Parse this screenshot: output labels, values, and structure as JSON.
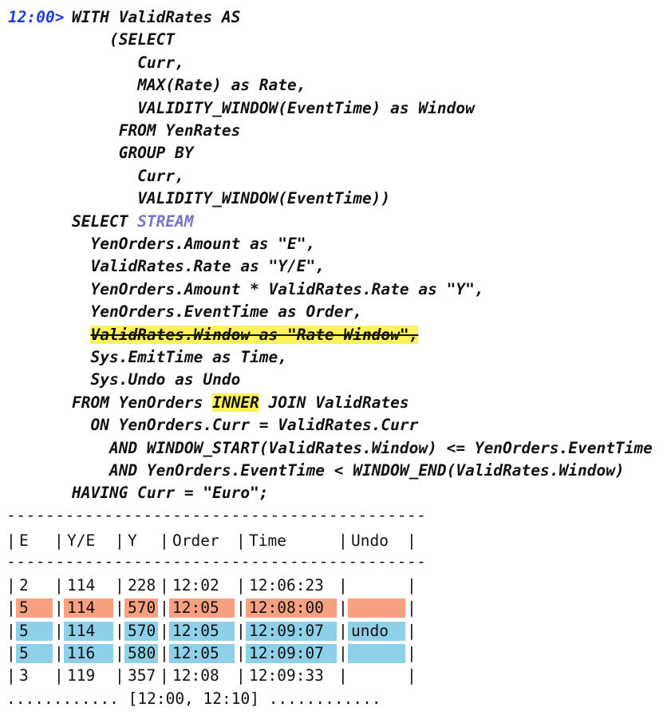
{
  "query": {
    "prompt": "12:00>",
    "lines": [
      {
        "indent": "",
        "text": "WITH ValidRates AS",
        "prompt": true
      },
      {
        "indent": "    ",
        "text": "(SELECT"
      },
      {
        "indent": "       ",
        "text": "Curr,"
      },
      {
        "indent": "       ",
        "text": "MAX(Rate) as Rate,"
      },
      {
        "indent": "       ",
        "text": "VALIDITY_WINDOW(EventTime) as Window"
      },
      {
        "indent": "     ",
        "text": "FROM YenRates"
      },
      {
        "indent": "     ",
        "text": "GROUP BY"
      },
      {
        "indent": "       ",
        "text": "Curr,"
      },
      {
        "indent": "       ",
        "text": "VALIDITY_WINDOW(EventTime))"
      },
      {
        "indent": "",
        "text_before": "SELECT ",
        "stream": "STREAM"
      },
      {
        "indent": "  ",
        "text": "YenOrders.Amount as \"E\","
      },
      {
        "indent": "  ",
        "text": "ValidRates.Rate as \"Y/E\","
      },
      {
        "indent": "  ",
        "text": "YenOrders.Amount * ValidRates.Rate as \"Y\","
      },
      {
        "indent": "  ",
        "text": "YenOrders.EventTime as Order,"
      },
      {
        "indent": "  ",
        "text": "ValidRates.Window as \"Rate Window\",",
        "highlight": true,
        "strike": true
      },
      {
        "indent": "  ",
        "text": "Sys.EmitTime as Time,"
      },
      {
        "indent": "  ",
        "text": "Sys.Undo as Undo"
      },
      {
        "indent": "",
        "text_before": "FROM YenOrders ",
        "inner": "INNER",
        "text_after": " JOIN ValidRates"
      },
      {
        "indent": "  ",
        "text": "ON YenOrders.Curr = ValidRates.Curr"
      },
      {
        "indent": "    ",
        "text": "AND WINDOW_START(ValidRates.Window) <= YenOrders.EventTime"
      },
      {
        "indent": "    ",
        "text": "AND YenOrders.EventTime < WINDOW_END(ValidRates.Window)"
      },
      {
        "indent": "",
        "text": "HAVING Curr = \"Euro\";"
      }
    ]
  },
  "results": {
    "separator": "-------------------------------------------",
    "headers": [
      "E",
      "Y/E",
      "Y",
      "Order",
      "Time",
      "Undo"
    ],
    "rows": [
      {
        "cells": [
          "2",
          "114",
          "228",
          "12:02",
          "12:06:23",
          ""
        ],
        "color": "none"
      },
      {
        "cells": [
          "5",
          "114",
          "570",
          "12:05",
          "12:08:00",
          ""
        ],
        "color": "orange"
      },
      {
        "cells": [
          "5",
          "114",
          "570",
          "12:05",
          "12:09:07",
          "undo"
        ],
        "color": "blue"
      },
      {
        "cells": [
          "5",
          "116",
          "580",
          "12:05",
          "12:09:07",
          ""
        ],
        "color": "blue"
      },
      {
        "cells": [
          "3",
          "119",
          "357",
          "12:08",
          "12:09:33",
          ""
        ],
        "color": "none"
      }
    ],
    "footer": "............ [12:00, 12:10] ............"
  },
  "colors": {
    "prompt": "#1f3fd6",
    "stream": "#7a74c9",
    "highlight": "#fff25a",
    "orange": "#f8a182",
    "blue": "#8ecfe9"
  }
}
